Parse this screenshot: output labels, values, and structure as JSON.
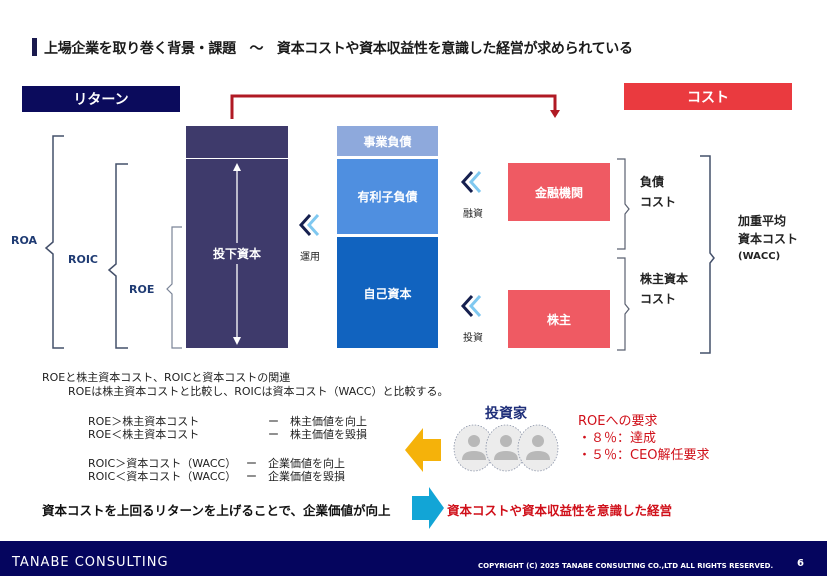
{
  "header": {
    "title": "上場企業を取り巻く背景・課題　～　資本コストや資本収益性を意識した経営が求められている"
  },
  "labels": {
    "return": "リターン",
    "cost": "コスト"
  },
  "left_brackets": {
    "roa": "ROA",
    "roic": "ROIC",
    "roe": "ROE"
  },
  "blocks": {
    "invested_capital": "投下資本",
    "business_liabilities": "事業負債",
    "interest_bearing_debt": "有利子負債",
    "equity": "自己資本",
    "financial_institution": "金融機関",
    "shareholder": "株主"
  },
  "arrows": {
    "operation": "運用",
    "financing": "融資",
    "investment": "投資"
  },
  "cost_brackets": {
    "debt_cost_line1": "負債",
    "debt_cost_line2": "コスト",
    "equity_cost_line1": "株主資本",
    "equity_cost_line2": "コスト",
    "wacc_line1": "加重平均",
    "wacc_line2": "資本コスト",
    "wacc_line3": "(WACC)"
  },
  "explanation": {
    "heading": "ROEと株主資本コスト、ROICと資本コストの関連",
    "subheading": "ROEは株主資本コストと比較し、ROICは資本コスト（WACC）と比較する。",
    "rows": [
      {
        "left": "ROE＞株主資本コスト",
        "dash": "ー",
        "right": "株主価値を向上"
      },
      {
        "left": "ROE＜株主資本コスト",
        "dash": "ー",
        "right": "株主価値を毀損"
      },
      {
        "left": "ROIC＞資本コスト（WACC）",
        "dash": "ー",
        "right": "企業価値を向上"
      },
      {
        "left": "ROIC＜資本コスト（WACC）",
        "dash": "ー",
        "right": "企業価値を毀損"
      }
    ]
  },
  "investor": {
    "title": "投資家",
    "req_title": "ROEへの要求",
    "req_1": "・８％：達成",
    "req_2": "・５％：CEO解任要求"
  },
  "conclusion": {
    "left": "資本コストを上回るリターンを上げることで、企業価値が向上",
    "right": "資本コストや資本収益性を意識した経営"
  },
  "footer": {
    "logo": "TANABE CONSULTING",
    "copyright": "COPYRIGHT (C) 2025 TANABE CONSULTING CO.,LTD   ALL RIGHTS RESERVED.",
    "page": "6"
  },
  "colors": {
    "navy": "#0b0b5c",
    "invested": "#3e3a6b",
    "light_blue": "#8ea9dc",
    "mid_blue": "#4f8fe0",
    "dark_blue": "#1163bf",
    "coral": "#ef5a63",
    "cost_red": "#ea3a3f",
    "flow_red": "#b01a24",
    "orange_arrow": "#f5b20a",
    "cyan_arrow": "#12a5d6"
  }
}
